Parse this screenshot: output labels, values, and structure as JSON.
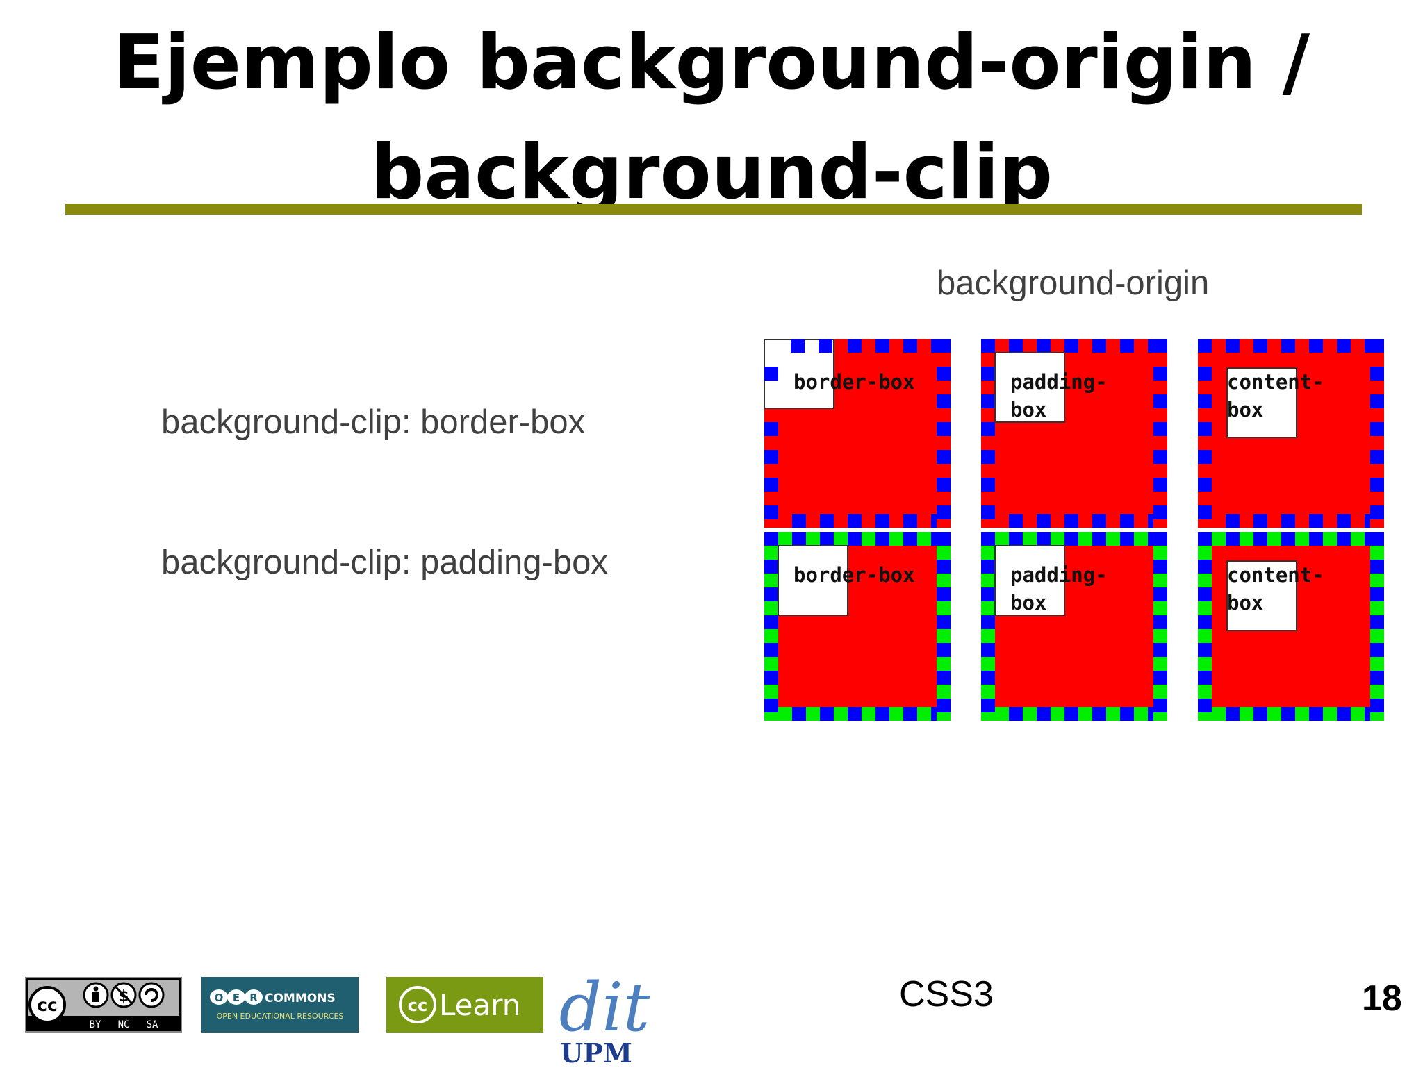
{
  "slide": {
    "title_line1": "Ejemplo background-origin /",
    "title_line2": "background-clip",
    "origin_label": "background-origin",
    "clip_rows": [
      "background-clip: border-box",
      "background-clip: padding-box"
    ],
    "footer_text": "CSS3",
    "page_number": "18"
  },
  "demo_boxes": [
    {
      "row": "border-box",
      "origin": "border-box",
      "text": "border-box"
    },
    {
      "row": "border-box",
      "origin": "padding-box",
      "text": "padding-\nbox"
    },
    {
      "row": "border-box",
      "origin": "content-box",
      "text": "content-\nbox"
    },
    {
      "row": "padding-box",
      "origin": "border-box",
      "text": "border-box"
    },
    {
      "row": "padding-box",
      "origin": "padding-box",
      "text": "padding-\nbox"
    },
    {
      "row": "padding-box",
      "origin": "content-box",
      "text": "content-\nbox"
    }
  ],
  "logos": {
    "cc_license": {
      "badge": "cc",
      "tags": [
        "BY",
        "NC",
        "SA"
      ]
    },
    "oer_commons": {
      "line1": "COMMONS",
      "line2": "OPEN EDUCATIONAL RESOURCES"
    },
    "cc_learn": {
      "badge": "cc",
      "text": "Learn"
    },
    "dit_upm": {
      "line1": "dit",
      "line2": "UPM"
    }
  },
  "colors": {
    "title_rule": "#8a8a0d",
    "box_fill": "#ff0000",
    "border_blue": "#0000ff",
    "border_green": "#00ee00",
    "label_text": "#404040",
    "oer_bg": "#1f5f6f",
    "learn_bg": "#7a9a14",
    "dit_blue": "#4d7fbf"
  }
}
